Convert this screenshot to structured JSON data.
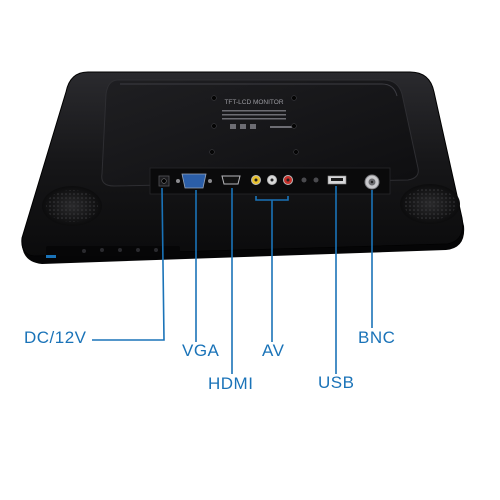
{
  "product": {
    "panel_label": "TFT-LCD  MONITOR"
  },
  "ports": [
    {
      "id": "dc",
      "label": "DC/12V"
    },
    {
      "id": "vga",
      "label": "VGA"
    },
    {
      "id": "hdmi",
      "label": "HDMI"
    },
    {
      "id": "av",
      "label": "AV"
    },
    {
      "id": "usb",
      "label": "USB"
    },
    {
      "id": "bnc",
      "label": "BNC"
    }
  ],
  "colors": {
    "label_color": "#1a73b8",
    "leader_line_color": "#1a73b8",
    "monitor_body": "#141416",
    "background": "#ffffff"
  }
}
